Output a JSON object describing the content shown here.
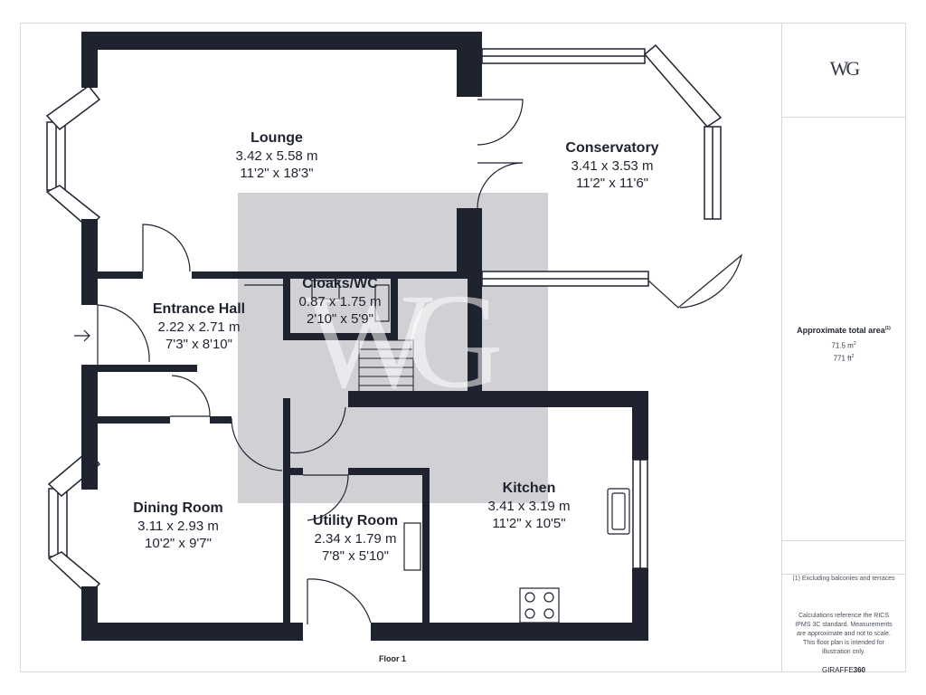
{
  "colors": {
    "wall": "#1f2330",
    "window": "#1f2330",
    "watermark_bg": "#c9c9ce",
    "frame": "#d7d7da"
  },
  "rooms": [
    {
      "id": "lounge",
      "name": "Lounge",
      "metric": "3.42 x 5.58 m",
      "imperial": "11'2\" x 18'3\""
    },
    {
      "id": "conservatory",
      "name": "Conservatory",
      "metric": "3.41 x 3.53 m",
      "imperial": "11'2\" x 11'6\""
    },
    {
      "id": "cloaks",
      "name": "Cloaks/WC",
      "metric": "0.87 x 1.75 m",
      "imperial": "2'10\" x 5'9\""
    },
    {
      "id": "hall",
      "name": "Entrance Hall",
      "metric": "2.22 x 2.71 m",
      "imperial": "7'3\" x 8'10\""
    },
    {
      "id": "dining",
      "name": "Dining Room",
      "metric": "3.11 x 2.93 m",
      "imperial": "10'2\" x 9'7\""
    },
    {
      "id": "utility",
      "name": "Utility Room",
      "metric": "2.34 x 1.79 m",
      "imperial": "7'8\" x 5'10\""
    },
    {
      "id": "kitchen",
      "name": "Kitchen",
      "metric": "3.41 x 3.19 m",
      "imperial": "11'2\" x 10'5\""
    }
  ],
  "floor_label": "Floor 1",
  "watermark": "WG",
  "sidebar": {
    "logo": "WG",
    "area_title": "Approximate total area",
    "area_title_note": "(1)",
    "area_m2": "71.5 m",
    "area_m2_unit": "2",
    "area_ft2": "771 ft",
    "area_ft2_unit": "2",
    "footnote": "(1) Excluding balconies and terraces",
    "disclaimer": "Calculations reference the RICS IPMS 3C standard. Measurements are approximate and not to scale. This floor plan is intended for illustration only.",
    "brand_prefix": "GIRAFFE",
    "brand_suffix": "360"
  }
}
